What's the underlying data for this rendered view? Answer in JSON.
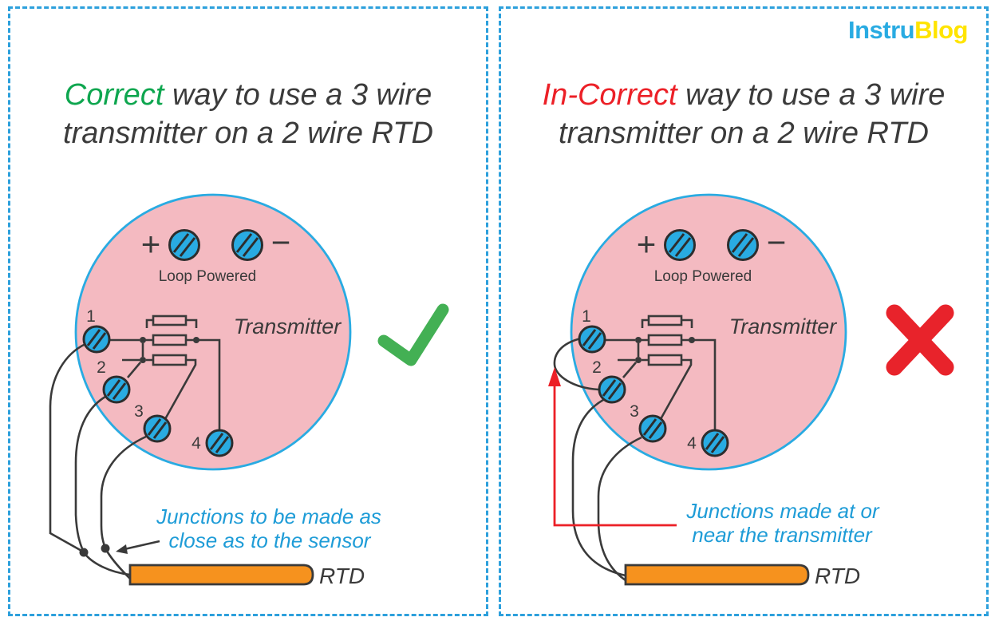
{
  "logo": {
    "part1": "Instru",
    "part2": "Blog"
  },
  "colors": {
    "accent_blue": "#29ABE2",
    "transmitter_pink": "#F4BAC1",
    "terminal_blue": "#29ABE2",
    "rtd_orange": "#F6921E",
    "correct_green": "#0EA64F",
    "incorrect_red": "#EC2027",
    "logo_yellow": "#FFE400",
    "wire_ink": "#3A3A3A",
    "note_blue": "#1E9CD7"
  },
  "left": {
    "title_word": "Correct",
    "title_rest": "way to use a 3 wire",
    "title_line2": "transmitter on a 2 wire RTD",
    "plus": "+",
    "minus": "−",
    "loop_powered": "Loop Powered",
    "transmitter_label": "Transmitter",
    "terminals": [
      "1",
      "2",
      "3",
      "4"
    ],
    "note1": "Junctions to be made as",
    "note2": "close as to the sensor",
    "rtd_label": "RTD",
    "result": "correct-check"
  },
  "right": {
    "title_word": "In-Correct",
    "title_rest": "way to use a 3 wire",
    "title_line2": "transmitter on a 2 wire RTD",
    "plus": "+",
    "minus": "−",
    "loop_powered": "Loop Powered",
    "transmitter_label": "Transmitter",
    "terminals": [
      "1",
      "2",
      "3",
      "4"
    ],
    "note1": "Junctions made at or",
    "note2": "near the transmitter",
    "rtd_label": "RTD",
    "result": "incorrect-cross"
  }
}
